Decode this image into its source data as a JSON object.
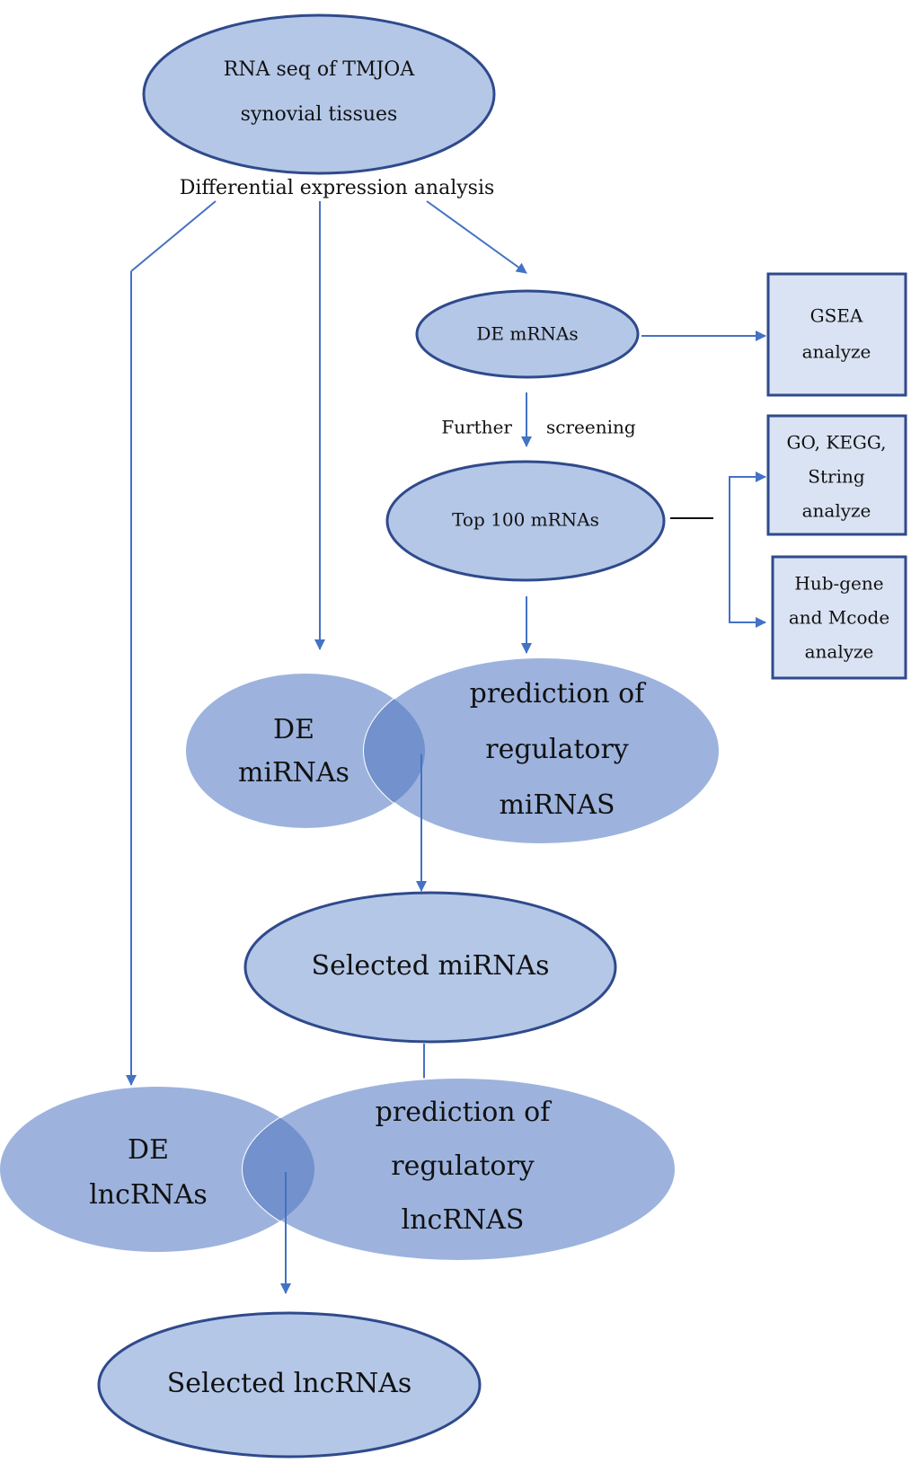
{
  "nodes": {
    "rna_seq": {
      "lines": [
        "RNA seq of TMJOA",
        "synovial tissues"
      ]
    },
    "analysis_label": "Differential expression analysis",
    "de_mrnas": "DE mRNAs",
    "gsea": {
      "lines": [
        "GSEA",
        "analyze"
      ]
    },
    "further_screening": {
      "left": "Further",
      "right": "screening"
    },
    "top100": "Top 100 mRNAs",
    "go_kegg": {
      "lines": [
        "GO, KEGG,",
        "String",
        "analyze"
      ]
    },
    "hub_gene": {
      "lines": [
        "Hub-gene",
        "and Mcode",
        "analyze"
      ]
    },
    "de_mirnas": {
      "lines": [
        "DE",
        "miRNAs"
      ]
    },
    "pred_mirnas": {
      "lines": [
        "prediction of",
        "regulatory",
        "miRNAS"
      ]
    },
    "selected_mirnas": "Selected miRNAs",
    "de_lncrnas": {
      "lines": [
        "DE",
        "lncRNAs"
      ]
    },
    "pred_lncrnas": {
      "lines": [
        "prediction of",
        "regulatory",
        "lncRNAS"
      ]
    },
    "selected_lncrnas": "Selected lncRNAs"
  },
  "colors": {
    "node_fill": "#b4c7e7",
    "node_stroke": "#2f4a8c",
    "venn_fill": "#9db3de",
    "venn_overlap": "#7391cc",
    "box_fill": "#dae3f3",
    "arrow": "#4472c4"
  }
}
